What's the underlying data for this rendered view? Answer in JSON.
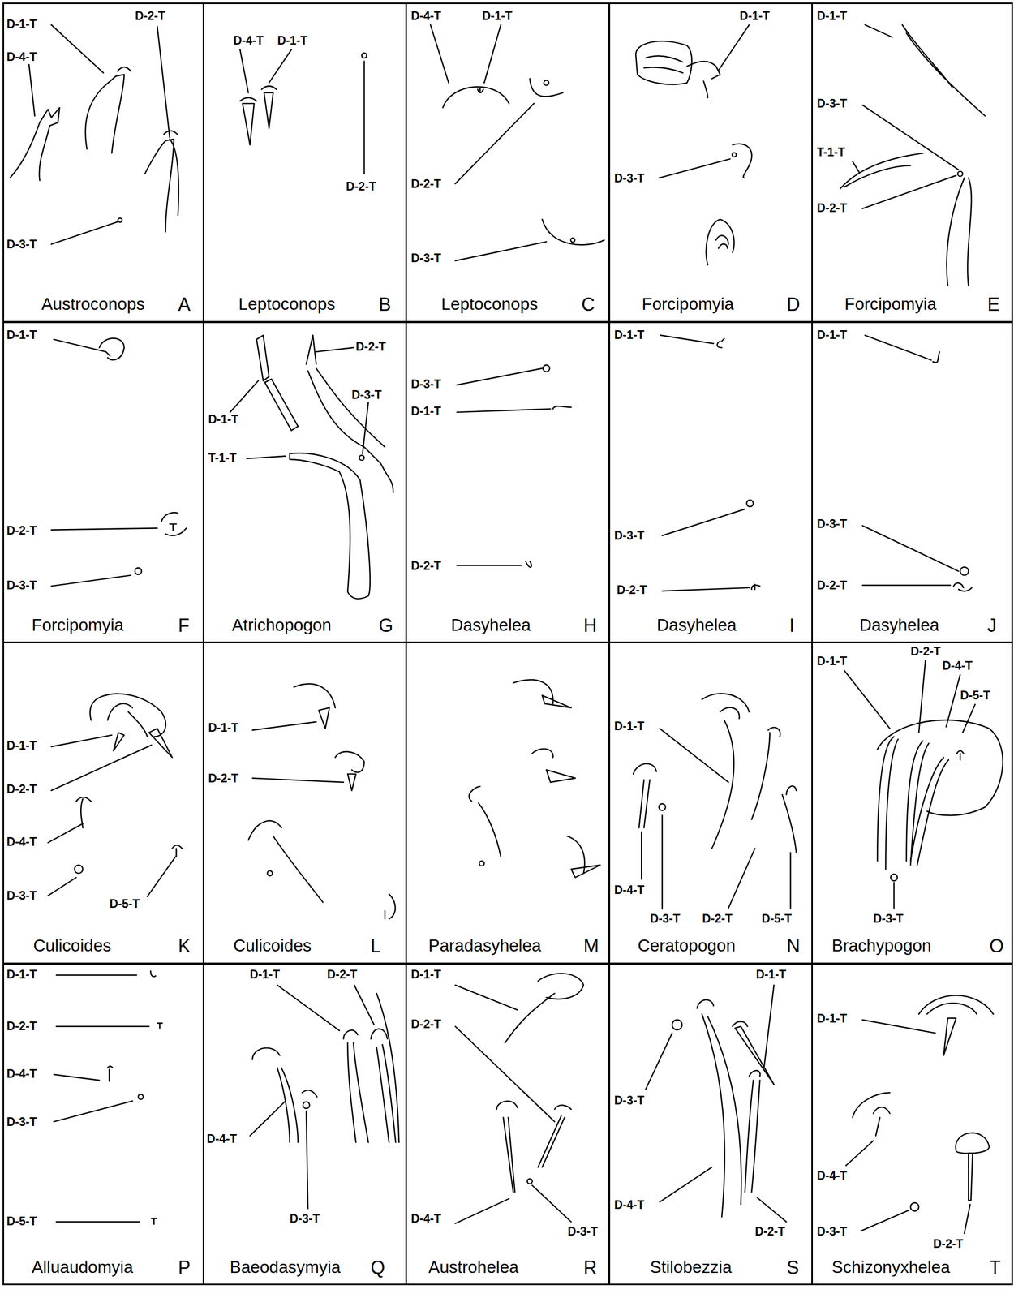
{
  "diagram": {
    "nodes": [
      {
        "text": [
          "D-1-T",
          "D-4-T",
          "D-2-T",
          "D-3-T",
          "Austroconops",
          "A"
        ]
      },
      {
        "text": [
          "D-4-T",
          "D-1-T",
          "D-2-T",
          "Leptoconops",
          "B"
        ]
      },
      {
        "text": [
          "D-4-T",
          "D-1-T",
          "D-2-T",
          "D-3-T",
          "Leptoconops",
          "C"
        ]
      },
      {
        "text": [
          "D-1-T",
          "D-3-T",
          "Forcipomyia",
          "D"
        ]
      },
      {
        "text": [
          "D-1-T",
          "D-3-T",
          "T-1-T",
          "D-2-T",
          "Forcipomyia",
          "E"
        ]
      },
      {
        "text": [
          "D-1-T",
          "D-2-T",
          "D-3-T",
          "Forcipomyia",
          "F"
        ]
      },
      {
        "text": [
          "D-2-T",
          "D-1-T",
          "D-3-T",
          "T-1-T",
          "Atrichopogon",
          "G"
        ]
      },
      {
        "text": [
          "D-3-T",
          "D-1-T",
          "D-2-T",
          "Dasyhelea",
          "H"
        ]
      },
      {
        "text": [
          "D-1-T",
          "D-3-T",
          "D-2-T",
          "Dasyhelea",
          "I"
        ]
      },
      {
        "text": [
          "D-1-T",
          "D-3-T",
          "D-2-T",
          "Dasyhelea",
          "J"
        ]
      },
      {
        "text": [
          "D-1-T",
          "D-2-T",
          "D-4-T",
          "D-3-T",
          "D-5-T",
          "Culicoides",
          "K"
        ]
      },
      {
        "text": [
          "D-1-T",
          "D-2-T",
          "Culicoides",
          "L"
        ]
      },
      {
        "text": [
          "Paradasyhelea",
          "M"
        ]
      },
      {
        "text": [
          "D-1-T",
          "D-4-T",
          "D-3-T",
          "D-2-T",
          "D-5-T",
          "Ceratopogon",
          "N"
        ]
      },
      {
        "text": [
          "D-1-T",
          "D-2-T",
          "D-4-T",
          "D-5-T",
          "D-3-T",
          "Brachypogon",
          "O"
        ]
      },
      {
        "text": [
          "D-1-T",
          "D-2-T",
          "D-4-T",
          "D-3-T",
          "D-5-T",
          "Alluaudomyia",
          "P"
        ]
      },
      {
        "text": [
          "D-1-T",
          "D-2-T",
          "D-4-T",
          "D-3-T",
          "Baeodasymyia",
          "Q"
        ]
      },
      {
        "text": [
          "D-1-T",
          "D-2-T",
          "D-4-T",
          "D-3-T",
          "Austrohelea",
          "R"
        ]
      },
      {
        "text": [
          "D-1-T",
          "D-3-T",
          "D-4-T",
          "D-2-T",
          "Stilobezzia",
          "S"
        ]
      },
      {
        "text": [
          "D-1-T",
          "D-4-T",
          "D-3-T",
          "D-2-T",
          "Schizonyxhelea",
          "T"
        ]
      }
    ]
  }
}
